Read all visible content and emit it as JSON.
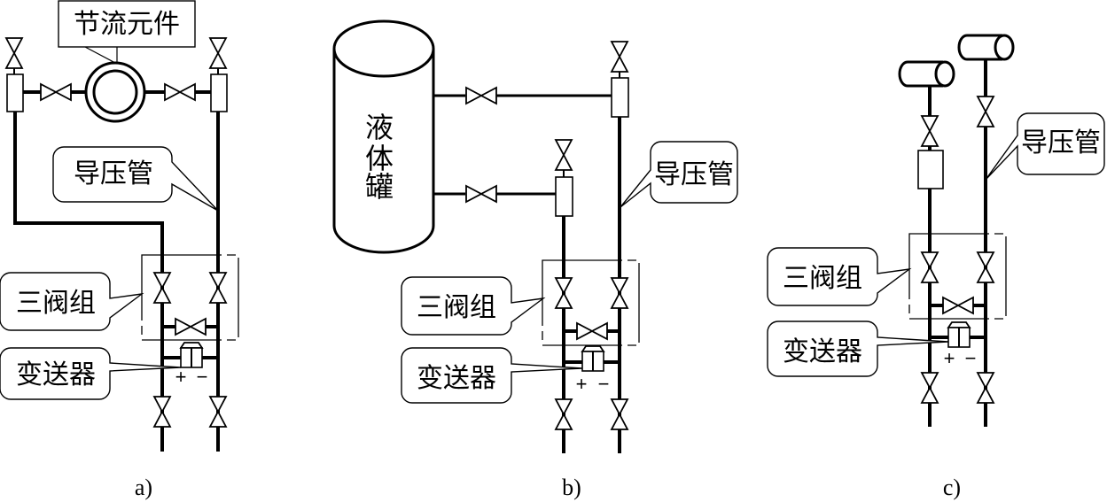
{
  "diagram": {
    "type": "differential pressure transmitter piping installation",
    "panels": [
      {
        "id": "a",
        "caption": "a)",
        "labels": {
          "throttle_element": "节流元件",
          "impulse_line": "导压管",
          "three_valve_manifold": "三阀组",
          "transmitter": "变送器"
        },
        "signs": {
          "plus": "+",
          "minus": "−"
        }
      },
      {
        "id": "b",
        "caption": "b)",
        "labels": {
          "tank": [
            "液",
            "体",
            "罐"
          ],
          "impulse_line": "导压管",
          "three_valve_manifold": "三阀组",
          "transmitter": "变送器"
        },
        "signs": {
          "plus": "+",
          "minus": "−"
        }
      },
      {
        "id": "c",
        "caption": "c)",
        "labels": {
          "impulse_line": "导压管",
          "three_valve_manifold": "三阀组",
          "transmitter": "变送器"
        },
        "signs": {
          "plus": "+",
          "minus": "−"
        }
      }
    ]
  }
}
